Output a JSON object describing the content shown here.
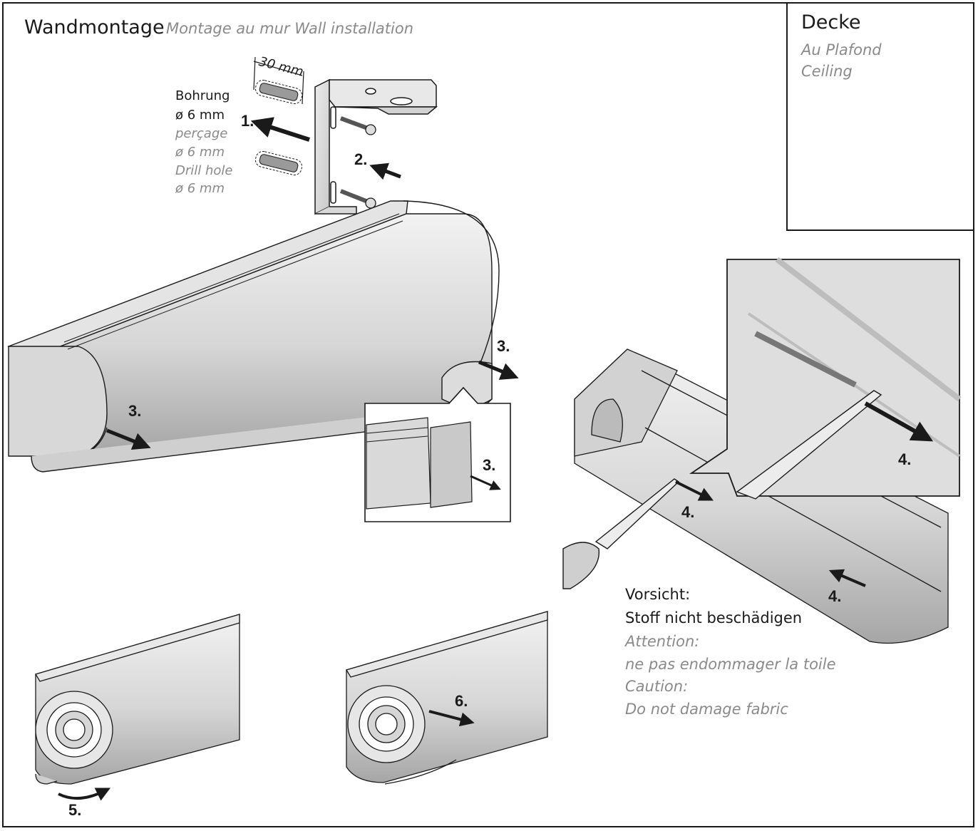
{
  "header": {
    "title": "Wandmontage",
    "subtitle": "Montage au mur  Wall installation"
  },
  "ceiling": {
    "title": "Decke",
    "line1": "Au Plafond",
    "line2": "Ceiling"
  },
  "drill": {
    "dimension": "30 mm",
    "de1": "Bohrung",
    "de2": "ø 6 mm",
    "fr1": "perçage",
    "fr2": "ø 6 mm",
    "en1": "Drill hole",
    "en2": "ø 6 mm"
  },
  "steps": {
    "s1": "1.",
    "s2": "2.",
    "s3a": "3.",
    "s3b": "3.",
    "s3c": "3.",
    "s4a": "4.",
    "s4b": "4.",
    "s4c": "4.",
    "s5": "5.",
    "s6": "6."
  },
  "caution": {
    "de_title": "Vorsicht:",
    "de_text": "Stoff nicht beschädigen",
    "fr_title": "Attention:",
    "fr_text": "ne pas endommager la toile",
    "en_title": "Caution:",
    "en_text": "Do not damage fabric"
  },
  "colors": {
    "line": "#1a1a1a",
    "metal_light": "#e6e6e6",
    "metal_mid": "#cfcfcf",
    "metal_dark": "#a9a9a9",
    "label_grey": "#8a8a8a"
  }
}
